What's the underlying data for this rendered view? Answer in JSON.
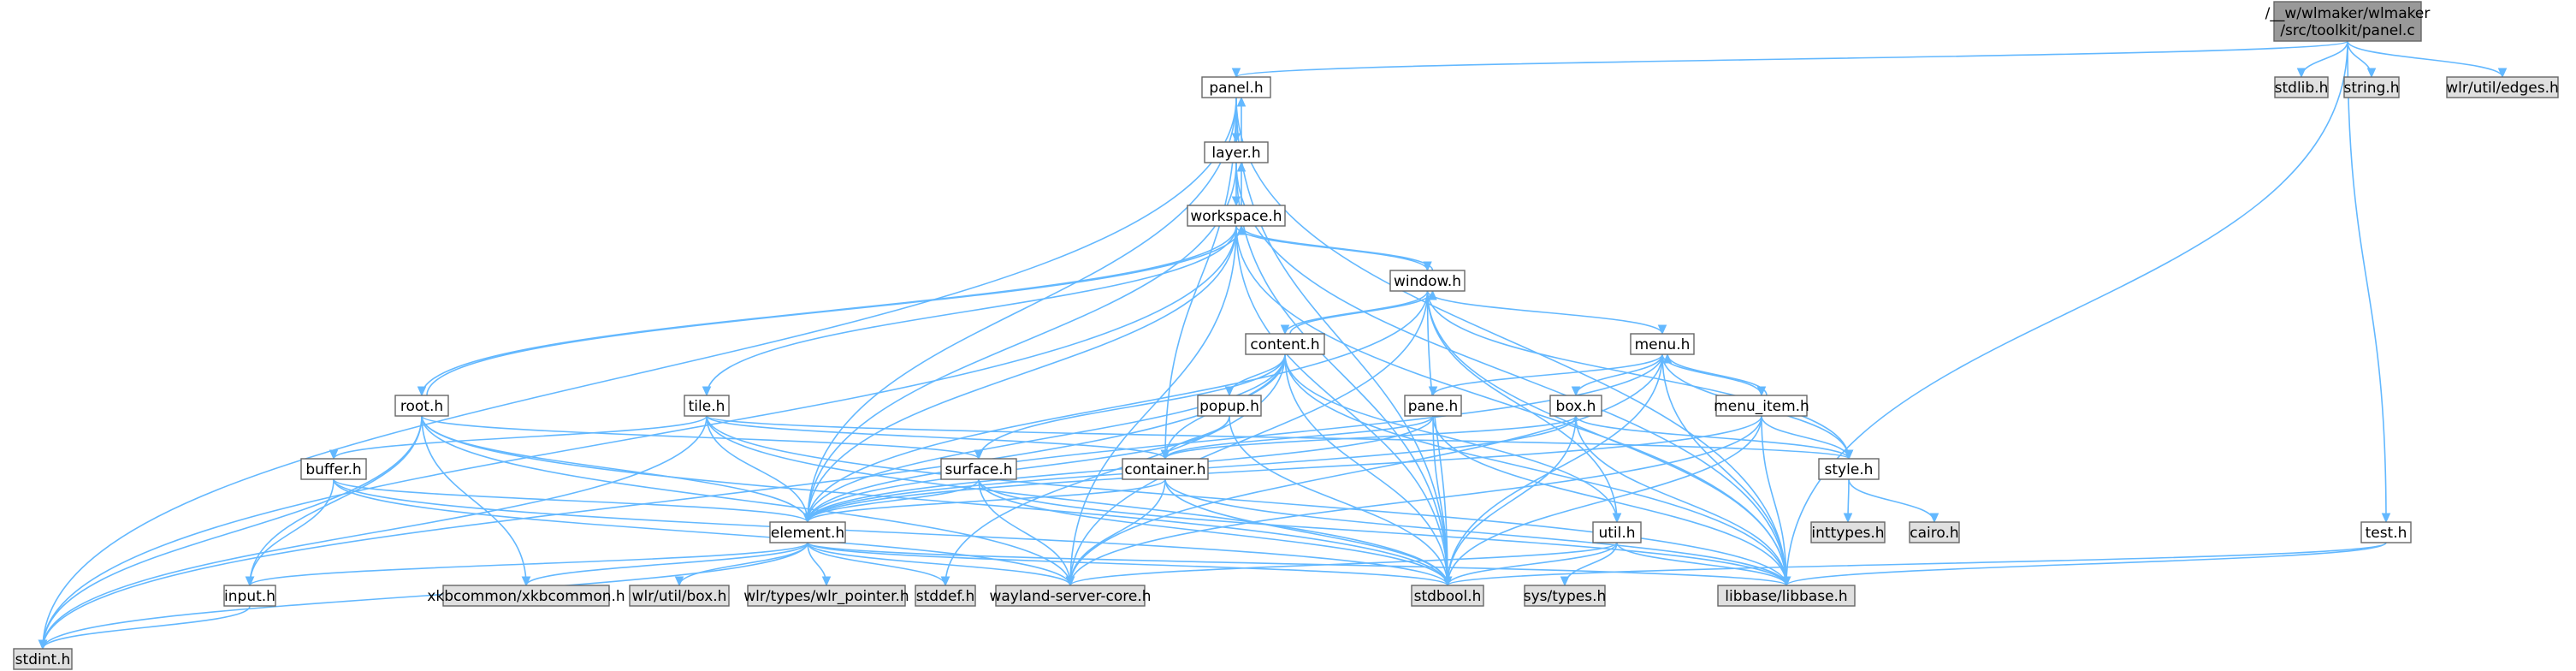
{
  "colors": {
    "node_fill": "#ffffff",
    "node_fill_system": "#e0e0e0",
    "node_fill_root": "#999999",
    "node_border": "#666666",
    "edge": "#63b8ff"
  },
  "nodes": [
    {
      "id": "panel_c",
      "label_lines": [
        "/__w/wlmaker/wlmaker",
        "/src/toolkit/panel.c"
      ],
      "kind": "root"
    },
    {
      "id": "stdlib_h",
      "label_lines": [
        "stdlib.h"
      ],
      "kind": "system"
    },
    {
      "id": "string_h",
      "label_lines": [
        "string.h"
      ],
      "kind": "system"
    },
    {
      "id": "wlr_util_edges_h",
      "label_lines": [
        "wlr/util/edges.h"
      ],
      "kind": "system"
    },
    {
      "id": "panel_h",
      "label_lines": [
        "panel.h"
      ],
      "kind": "file"
    },
    {
      "id": "layer_h",
      "label_lines": [
        "layer.h"
      ],
      "kind": "file"
    },
    {
      "id": "workspace_h",
      "label_lines": [
        "workspace.h"
      ],
      "kind": "file"
    },
    {
      "id": "window_h",
      "label_lines": [
        "window.h"
      ],
      "kind": "file"
    },
    {
      "id": "content_h",
      "label_lines": [
        "content.h"
      ],
      "kind": "file"
    },
    {
      "id": "menu_h",
      "label_lines": [
        "menu.h"
      ],
      "kind": "file"
    },
    {
      "id": "root_h",
      "label_lines": [
        "root.h"
      ],
      "kind": "file"
    },
    {
      "id": "tile_h",
      "label_lines": [
        "tile.h"
      ],
      "kind": "file"
    },
    {
      "id": "popup_h",
      "label_lines": [
        "popup.h"
      ],
      "kind": "file"
    },
    {
      "id": "pane_h",
      "label_lines": [
        "pane.h"
      ],
      "kind": "file"
    },
    {
      "id": "box_h",
      "label_lines": [
        "box.h"
      ],
      "kind": "file"
    },
    {
      "id": "menu_item_h",
      "label_lines": [
        "menu_item.h"
      ],
      "kind": "file"
    },
    {
      "id": "buffer_h",
      "label_lines": [
        "buffer.h"
      ],
      "kind": "file"
    },
    {
      "id": "surface_h",
      "label_lines": [
        "surface.h"
      ],
      "kind": "file"
    },
    {
      "id": "container_h",
      "label_lines": [
        "container.h"
      ],
      "kind": "file"
    },
    {
      "id": "style_h",
      "label_lines": [
        "style.h"
      ],
      "kind": "file"
    },
    {
      "id": "element_h",
      "label_lines": [
        "element.h"
      ],
      "kind": "file"
    },
    {
      "id": "util_h",
      "label_lines": [
        "util.h"
      ],
      "kind": "file"
    },
    {
      "id": "test_h",
      "label_lines": [
        "test.h"
      ],
      "kind": "file"
    },
    {
      "id": "inttypes_h",
      "label_lines": [
        "inttypes.h"
      ],
      "kind": "system"
    },
    {
      "id": "cairo_h",
      "label_lines": [
        "cairo.h"
      ],
      "kind": "system"
    },
    {
      "id": "input_h",
      "label_lines": [
        "input.h"
      ],
      "kind": "file"
    },
    {
      "id": "xkbcommon_h",
      "label_lines": [
        "xkbcommon/xkbcommon.h"
      ],
      "kind": "system"
    },
    {
      "id": "wlr_util_box_h",
      "label_lines": [
        "wlr/util/box.h"
      ],
      "kind": "system"
    },
    {
      "id": "wlr_types_wlr_pointer_h",
      "label_lines": [
        "wlr/types/wlr_pointer.h"
      ],
      "kind": "system"
    },
    {
      "id": "stddef_h",
      "label_lines": [
        "stddef.h"
      ],
      "kind": "system"
    },
    {
      "id": "wayland_server_core_h",
      "label_lines": [
        "wayland-server-core.h"
      ],
      "kind": "system"
    },
    {
      "id": "stdbool_h",
      "label_lines": [
        "stdbool.h"
      ],
      "kind": "system"
    },
    {
      "id": "sys_types_h",
      "label_lines": [
        "sys/types.h"
      ],
      "kind": "system"
    },
    {
      "id": "libbase_h",
      "label_lines": [
        "libbase/libbase.h"
      ],
      "kind": "system"
    },
    {
      "id": "stdint_h",
      "label_lines": [
        "stdint.h"
      ],
      "kind": "system"
    }
  ],
  "edges": [
    [
      "panel_c",
      "stdlib_h"
    ],
    [
      "panel_c",
      "string_h"
    ],
    [
      "panel_c",
      "wlr_util_edges_h"
    ],
    [
      "panel_c",
      "panel_h"
    ],
    [
      "panel_c",
      "test_h"
    ],
    [
      "panel_c",
      "libbase_h"
    ],
    [
      "panel_h",
      "layer_h"
    ],
    [
      "panel_h",
      "container_h"
    ],
    [
      "panel_h",
      "element_h"
    ],
    [
      "panel_h",
      "libbase_h"
    ],
    [
      "panel_h",
      "stdint_h"
    ],
    [
      "panel_h",
      "stdbool_h"
    ],
    [
      "layer_h",
      "panel_h"
    ],
    [
      "layer_h",
      "workspace_h"
    ],
    [
      "layer_h",
      "element_h"
    ],
    [
      "layer_h",
      "libbase_h"
    ],
    [
      "layer_h",
      "stdbool_h"
    ],
    [
      "workspace_h",
      "layer_h"
    ],
    [
      "workspace_h",
      "window_h"
    ],
    [
      "workspace_h",
      "root_h"
    ],
    [
      "workspace_h",
      "tile_h"
    ],
    [
      "workspace_h",
      "element_h"
    ],
    [
      "workspace_h",
      "stdbool_h"
    ],
    [
      "workspace_h",
      "stdint_h"
    ],
    [
      "workspace_h",
      "libbase_h"
    ],
    [
      "workspace_h",
      "wayland_server_core_h"
    ],
    [
      "window_h",
      "workspace_h"
    ],
    [
      "window_h",
      "content_h"
    ],
    [
      "window_h",
      "menu_h"
    ],
    [
      "window_h",
      "style_h"
    ],
    [
      "window_h",
      "element_h"
    ],
    [
      "window_h",
      "util_h"
    ],
    [
      "window_h",
      "libbase_h"
    ],
    [
      "window_h",
      "stdbool_h"
    ],
    [
      "window_h",
      "wayland_server_core_h"
    ],
    [
      "content_h",
      "window_h"
    ],
    [
      "content_h",
      "popup_h"
    ],
    [
      "content_h",
      "surface_h"
    ],
    [
      "content_h",
      "container_h"
    ],
    [
      "content_h",
      "element_h"
    ],
    [
      "content_h",
      "util_h"
    ],
    [
      "content_h",
      "stdbool_h"
    ],
    [
      "content_h",
      "stdint_h"
    ],
    [
      "content_h",
      "stddef_h"
    ],
    [
      "content_h",
      "libbase_h"
    ],
    [
      "menu_h",
      "menu_item_h"
    ],
    [
      "menu_h",
      "pane_h"
    ],
    [
      "menu_h",
      "box_h"
    ],
    [
      "menu_h",
      "style_h"
    ],
    [
      "menu_h",
      "element_h"
    ],
    [
      "menu_h",
      "libbase_h"
    ],
    [
      "menu_h",
      "stdbool_h"
    ],
    [
      "menu_h",
      "wayland_server_core_h"
    ],
    [
      "root_h",
      "workspace_h"
    ],
    [
      "root_h",
      "surface_h"
    ],
    [
      "root_h",
      "element_h"
    ],
    [
      "root_h",
      "input_h"
    ],
    [
      "root_h",
      "stdbool_h"
    ],
    [
      "root_h",
      "stdint_h"
    ],
    [
      "root_h",
      "wayland_server_core_h"
    ],
    [
      "root_h",
      "xkbcommon_h"
    ],
    [
      "tile_h",
      "buffer_h"
    ],
    [
      "tile_h",
      "container_h"
    ],
    [
      "tile_h",
      "style_h"
    ],
    [
      "tile_h",
      "element_h"
    ],
    [
      "tile_h",
      "stdbool_h"
    ],
    [
      "tile_h",
      "stdint_h"
    ],
    [
      "tile_h",
      "libbase_h"
    ],
    [
      "popup_h",
      "container_h"
    ],
    [
      "popup_h",
      "element_h"
    ],
    [
      "popup_h",
      "stdbool_h"
    ],
    [
      "pane_h",
      "container_h"
    ],
    [
      "pane_h",
      "element_h"
    ],
    [
      "pane_h",
      "stdbool_h"
    ],
    [
      "pane_h",
      "libbase_h"
    ],
    [
      "box_h",
      "container_h"
    ],
    [
      "box_h",
      "style_h"
    ],
    [
      "box_h",
      "element_h"
    ],
    [
      "box_h",
      "stdbool_h"
    ],
    [
      "box_h",
      "libbase_h"
    ],
    [
      "menu_item_h",
      "menu_h"
    ],
    [
      "menu_item_h",
      "style_h"
    ],
    [
      "menu_item_h",
      "element_h"
    ],
    [
      "menu_item_h",
      "libbase_h"
    ],
    [
      "menu_item_h",
      "stdbool_h"
    ],
    [
      "menu_item_h",
      "wayland_server_core_h"
    ],
    [
      "buffer_h",
      "element_h"
    ],
    [
      "buffer_h",
      "input_h"
    ],
    [
      "buffer_h",
      "stdbool_h"
    ],
    [
      "buffer_h",
      "wayland_server_core_h"
    ],
    [
      "surface_h",
      "element_h"
    ],
    [
      "surface_h",
      "stdbool_h"
    ],
    [
      "surface_h",
      "wayland_server_core_h"
    ],
    [
      "surface_h",
      "libbase_h"
    ],
    [
      "container_h",
      "element_h"
    ],
    [
      "container_h",
      "stdbool_h"
    ],
    [
      "container_h",
      "wayland_server_core_h"
    ],
    [
      "container_h",
      "libbase_h"
    ],
    [
      "style_h",
      "inttypes_h"
    ],
    [
      "style_h",
      "cairo_h"
    ],
    [
      "element_h",
      "input_h"
    ],
    [
      "element_h",
      "xkbcommon_h"
    ],
    [
      "element_h",
      "wlr_util_box_h"
    ],
    [
      "element_h",
      "wlr_types_wlr_pointer_h"
    ],
    [
      "element_h",
      "stddef_h"
    ],
    [
      "element_h",
      "wayland_server_core_h"
    ],
    [
      "element_h",
      "stdbool_h"
    ],
    [
      "element_h",
      "libbase_h"
    ],
    [
      "element_h",
      "stdint_h"
    ],
    [
      "util_h",
      "stdbool_h"
    ],
    [
      "util_h",
      "sys_types_h"
    ],
    [
      "util_h",
      "wayland_server_core_h"
    ],
    [
      "util_h",
      "libbase_h"
    ],
    [
      "test_h",
      "stdbool_h"
    ],
    [
      "test_h",
      "libbase_h"
    ],
    [
      "input_h",
      "stdint_h"
    ]
  ]
}
